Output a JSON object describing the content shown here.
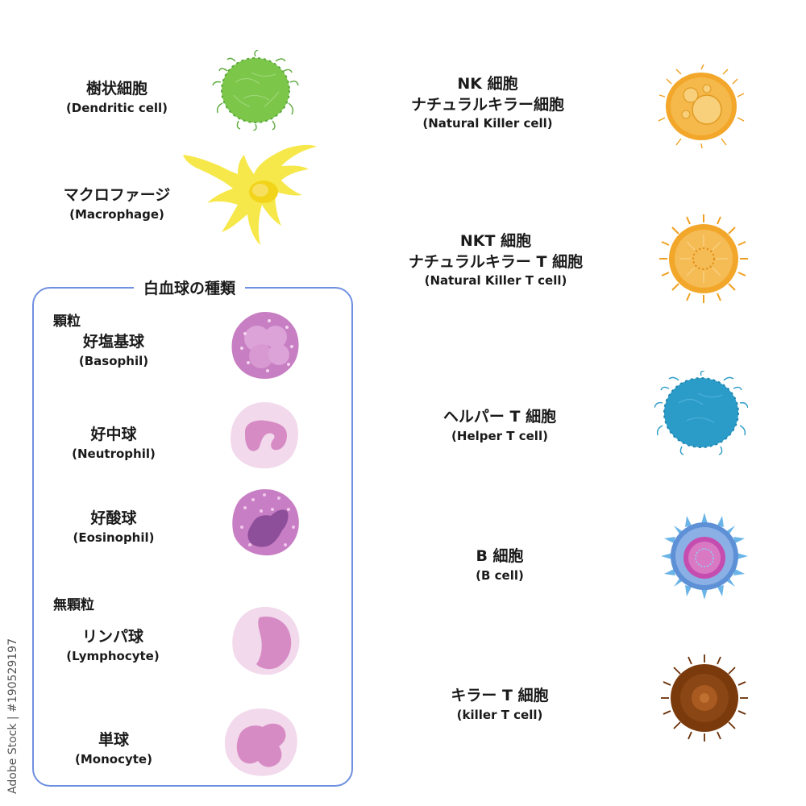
{
  "cells_left": [
    {
      "jp": "樹状細胞",
      "en": "(Dendritic cell)"
    },
    {
      "jp": "マクロファージ",
      "en": "(Macrophage)"
    }
  ],
  "leukocytes": {
    "title": "白血球の種類",
    "granulocyte_label": "顆粒",
    "agranulocyte_label": "無顆粒",
    "items": [
      {
        "jp": "好塩基球",
        "en": "(Basophil)"
      },
      {
        "jp": "好中球",
        "en": "(Neutrophil)"
      },
      {
        "jp": "好酸球",
        "en": "(Eosinophil)"
      },
      {
        "jp": "リンパ球",
        "en": "(Lymphocyte)"
      },
      {
        "jp": "単球",
        "en": "(Monocyte)"
      }
    ]
  },
  "cells_right": [
    {
      "jp1": "NK 細胞",
      "jp2": "ナチュラルキラー細胞",
      "en": "(Natural Killer cell)"
    },
    {
      "jp1": "NKT 細胞",
      "jp2": "ナチュラルキラー T 細胞",
      "en": "(Natural Killer T cell)"
    },
    {
      "jp": "ヘルパー T 細胞",
      "en": "(Helper T cell)"
    },
    {
      "jp": "B 細胞",
      "en": "(B cell)"
    },
    {
      "jp": "キラー T 細胞",
      "en": "(killer T cell)"
    }
  ],
  "watermark": "Adobe Stock | #190529197",
  "colors": {
    "dendritic": "#7cc64a",
    "macrophage_body": "#f6e84a",
    "macrophage_nucleus": "#f2d41a",
    "granulocyte_purple": "#c77ec2",
    "neutrophil_pink": "#f2d9ec",
    "nucleus_pink": "#d78bc4",
    "nk_orange": "#f2a72a",
    "helper_blue": "#2b9bc8",
    "b_cell_blue": "#5e90d6",
    "b_cell_core": "#c64db0",
    "killer_brown": "#7a3a0c",
    "frame_blue": "#6f8fe0"
  }
}
